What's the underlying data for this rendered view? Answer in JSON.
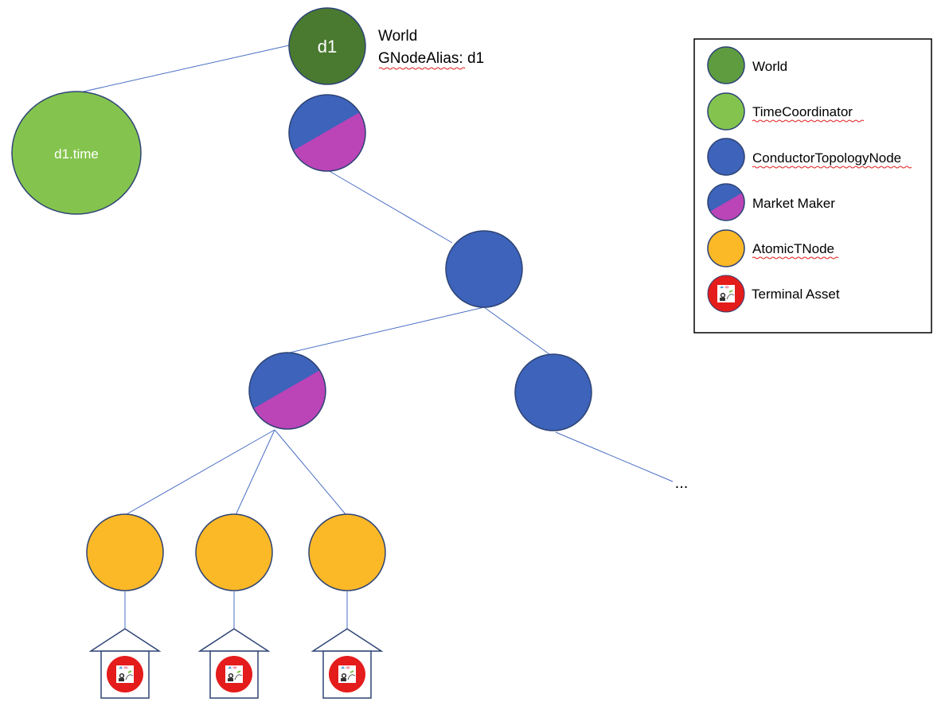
{
  "colors": {
    "world": "#4a7a30",
    "world_legend": "#5e9c3f",
    "time": "#84c44e",
    "conductor": "#3d63bb",
    "market_pink": "#bb44b7",
    "atomic": "#fbb827",
    "terminal_ring": "#e41c1c",
    "edge": "#4a6fc4",
    "house": "#2e4475"
  },
  "nodes": {
    "world": {
      "label": "d1"
    },
    "time": {
      "label": "d1.time"
    }
  },
  "world_annotation": {
    "line1": "World",
    "line2": "GNodeAlias: d1"
  },
  "ellipsis": "...",
  "legend": {
    "items": [
      {
        "kind": "world",
        "icon": "world-legend-icon",
        "label": "World",
        "squiggle": false
      },
      {
        "kind": "time",
        "icon": "time-coordinator-legend-icon",
        "label": "TimeCoordinator",
        "squiggle": true
      },
      {
        "kind": "conductor",
        "icon": "conductor-topology-legend-icon",
        "label": "ConductorTopologyNode",
        "squiggle": true
      },
      {
        "kind": "market",
        "icon": "market-maker-legend-icon",
        "label": "Market Maker",
        "squiggle": false
      },
      {
        "kind": "atomic",
        "icon": "atomic-tnode-legend-icon",
        "label": "AtomicTNode",
        "squiggle": true
      },
      {
        "kind": "terminal",
        "icon": "terminal-asset-legend-icon",
        "label": "Terminal Asset",
        "squiggle": false
      }
    ]
  }
}
